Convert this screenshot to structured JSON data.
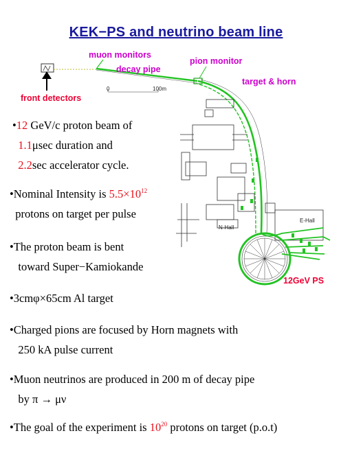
{
  "title": "KEK−PS and neutrino beam line",
  "map_labels": {
    "muon_monitors": "muon monitors",
    "decay_pipe": "decay pipe",
    "pion_monitor": "pion monitor",
    "target_horn": "target & horn",
    "front_detectors": "front detectors",
    "ps": "12GeV PS",
    "scale_0": "0",
    "scale_100": "100m",
    "n_hall": "N-Hall",
    "e_hall": "E-Hall"
  },
  "bullets": {
    "b1": {
      "p1": "•",
      "v1": "12",
      "p2": " GeV/c proton beam of",
      "v2": "1.1",
      "p3": "μsec duration and",
      "v3": "2.2",
      "p4": "sec accelerator cycle."
    },
    "b2": {
      "p1": "•Nominal Intensity is ",
      "v1": "5.5",
      "times": "×10",
      "exp": "12",
      "p2": "protons on target per pulse"
    },
    "b3": {
      "l1": "•The proton beam is bent",
      "l2": "toward Super−Kamiokande"
    },
    "b4": {
      "l1": "•3cmφ×65cm Al target"
    },
    "b5": {
      "l1": "•Charged pions are focused by Horn magnets with",
      "l2": "250 kA pulse current"
    },
    "b6": {
      "l1": "•Muon neutrinos are produced in 200 m of decay pipe",
      "l2": "by π → μν"
    },
    "b7": {
      "p1": "•The goal of the experiment is ",
      "v1": "10",
      "exp": "20",
      "p2": " protons on target (p.o.t)"
    }
  },
  "colors": {
    "title": "#1a1a9e",
    "label_magenta": "#cc00cc",
    "label_red": "#ee0033",
    "value_red": "#e8101a",
    "beam_green": "#22c322"
  }
}
